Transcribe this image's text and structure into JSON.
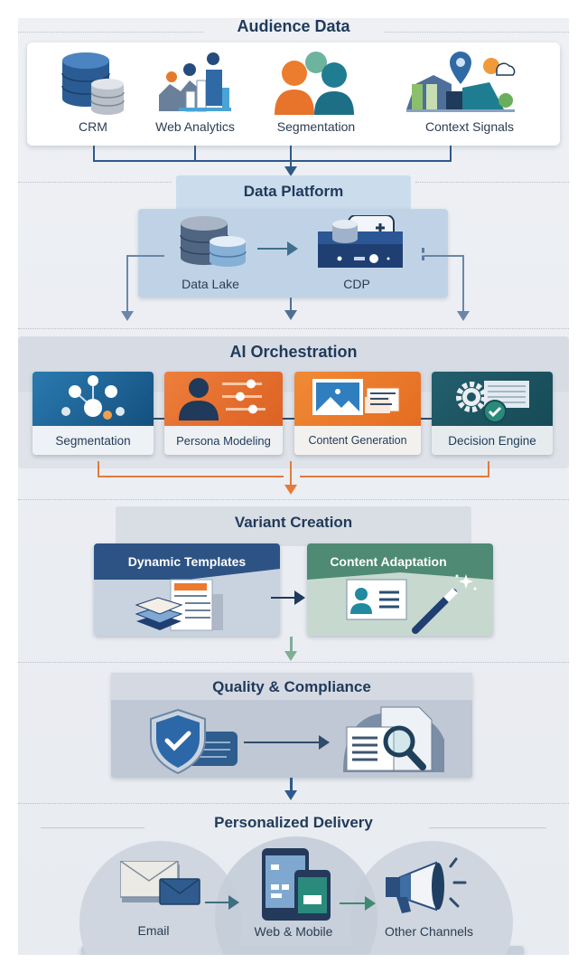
{
  "stages": {
    "audience": {
      "title": "Audience Data",
      "items": [
        {
          "label": "CRM",
          "icon": "database-icon"
        },
        {
          "label": "Web Analytics",
          "icon": "analytics-chart-icon"
        },
        {
          "label": "Segmentation",
          "icon": "people-group-icon"
        },
        {
          "label": "Context Signals",
          "icon": "location-weather-icon"
        }
      ]
    },
    "platform": {
      "title": "Data Platform",
      "items": [
        {
          "label": "Data Lake",
          "icon": "data-lake-icon"
        },
        {
          "label": "CDP",
          "icon": "cdp-server-icon"
        }
      ]
    },
    "orchestration": {
      "title": "AI Orchestration",
      "items": [
        {
          "label": "Segmentation",
          "icon": "network-nodes-icon",
          "color": "#1f6a9a"
        },
        {
          "label": "Persona Modeling",
          "icon": "persona-sliders-icon",
          "color": "#e2692a"
        },
        {
          "label": "Content Generation",
          "icon": "image-document-icon",
          "color": "#ec7a2c"
        },
        {
          "label": "Decision Engine",
          "icon": "gear-check-icon",
          "color": "#1d5c66"
        }
      ]
    },
    "variant": {
      "title": "Variant Creation",
      "items": [
        {
          "label": "Dynamic Templates",
          "icon": "template-layers-icon",
          "color": "#2b4f7e"
        },
        {
          "label": "Content Adaptation",
          "icon": "magic-wand-card-icon",
          "color": "#4d8a73"
        }
      ]
    },
    "quality": {
      "title": "Quality & Compliance",
      "items": [
        {
          "icon": "shield-check-icon"
        },
        {
          "icon": "document-review-icon"
        }
      ]
    },
    "delivery": {
      "title": "Personalized Delivery",
      "items": [
        {
          "label": "Email",
          "icon": "envelope-icon"
        },
        {
          "label": "Web & Mobile",
          "icon": "mobile-devices-icon"
        },
        {
          "label": "Other Channels",
          "icon": "megaphone-icon"
        }
      ]
    }
  },
  "colors": {
    "primary": "#1f3a5a",
    "flow_blue": "#2d5a8a",
    "flow_orange": "#e57a3c",
    "flow_green": "#7fae93"
  }
}
